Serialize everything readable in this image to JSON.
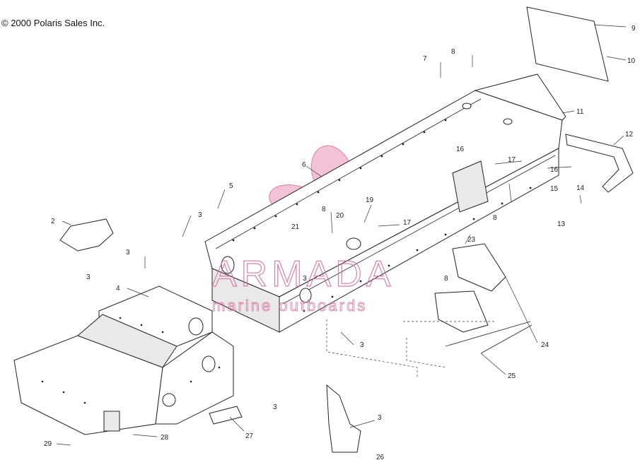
{
  "copyright": "© 2000 Polaris Sales Inc.",
  "watermark": {
    "brand": "ARMADA",
    "tagline": "marine outboards",
    "color": "#d66a9a"
  },
  "callouts": [
    {
      "id": "c2",
      "text": "2"
    },
    {
      "id": "c3a",
      "text": "3"
    },
    {
      "id": "c3b",
      "text": "3"
    },
    {
      "id": "c3c",
      "text": "3"
    },
    {
      "id": "c3d",
      "text": "3"
    },
    {
      "id": "c3e",
      "text": "3"
    },
    {
      "id": "c3f",
      "text": "3"
    },
    {
      "id": "c3g",
      "text": "3"
    },
    {
      "id": "c4",
      "text": "4"
    },
    {
      "id": "c5",
      "text": "5"
    },
    {
      "id": "c6",
      "text": "6"
    },
    {
      "id": "c7",
      "text": "7"
    },
    {
      "id": "c8a",
      "text": "8"
    },
    {
      "id": "c8b",
      "text": "8"
    },
    {
      "id": "c8c",
      "text": "8"
    },
    {
      "id": "c8d",
      "text": "8"
    },
    {
      "id": "c9",
      "text": "9"
    },
    {
      "id": "c10",
      "text": "10"
    },
    {
      "id": "c11",
      "text": "11"
    },
    {
      "id": "c12",
      "text": "12"
    },
    {
      "id": "c13",
      "text": "13"
    },
    {
      "id": "c14",
      "text": "14"
    },
    {
      "id": "c15",
      "text": "15"
    },
    {
      "id": "c16a",
      "text": "16"
    },
    {
      "id": "c16b",
      "text": "16"
    },
    {
      "id": "c17a",
      "text": "17"
    },
    {
      "id": "c17b",
      "text": "17"
    },
    {
      "id": "c19",
      "text": "19"
    },
    {
      "id": "c20",
      "text": "20"
    },
    {
      "id": "c21",
      "text": "21"
    },
    {
      "id": "c23",
      "text": "23"
    },
    {
      "id": "c24",
      "text": "24"
    },
    {
      "id": "c25",
      "text": "25"
    },
    {
      "id": "c26",
      "text": "26"
    },
    {
      "id": "c27",
      "text": "27"
    },
    {
      "id": "c28",
      "text": "28"
    },
    {
      "id": "c29",
      "text": "29"
    }
  ]
}
